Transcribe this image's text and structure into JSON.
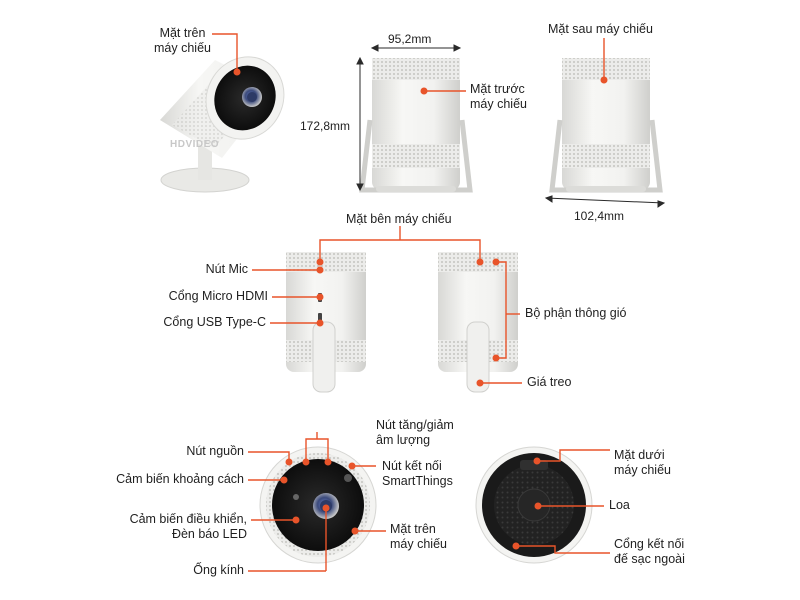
{
  "colors": {
    "accent": "#e8542a",
    "body_light": "#f4f4f2",
    "body_shade": "#d9d9d6",
    "dark": "#1a1a1a"
  },
  "top": {
    "label_top_face": "Mặt trên\nmáy chiếu",
    "width_dim": "95,2mm",
    "height_dim": "172,8mm",
    "label_front_face": "Mặt trước\nmáy chiếu",
    "label_back_face": "Mặt sau máy chiếu",
    "depth_dim": "102,4mm",
    "watermark": "HDVIDEO"
  },
  "middle": {
    "label_side_face": "Mặt bên máy chiếu",
    "label_mic_button": "Nút Mic",
    "label_micro_hdmi": "Cổng Micro HDMI",
    "label_usb_c": "Cổng USB Type-C",
    "label_vents": "Bộ phận thông gió",
    "label_stand": "Giá treo"
  },
  "bottom": {
    "label_power": "Nút nguồn",
    "label_volume": "Nút tăng/giảm\nâm lượng",
    "label_distance_sensor": "Cảm biến khoảng cách",
    "label_smartthings": "Nút kết nối\nSmartThings",
    "label_remote_sensor": "Cảm biến điều khiển,\nĐèn báo LED",
    "label_top_face_2": "Mặt trên\nmáy chiếu",
    "label_lens": "Ống kính",
    "label_bottom_face": "Mặt dưới\nmáy chiếu",
    "label_speaker": "Loa",
    "label_charge_port": "Cổng kết nối\nđế sạc ngoài"
  }
}
